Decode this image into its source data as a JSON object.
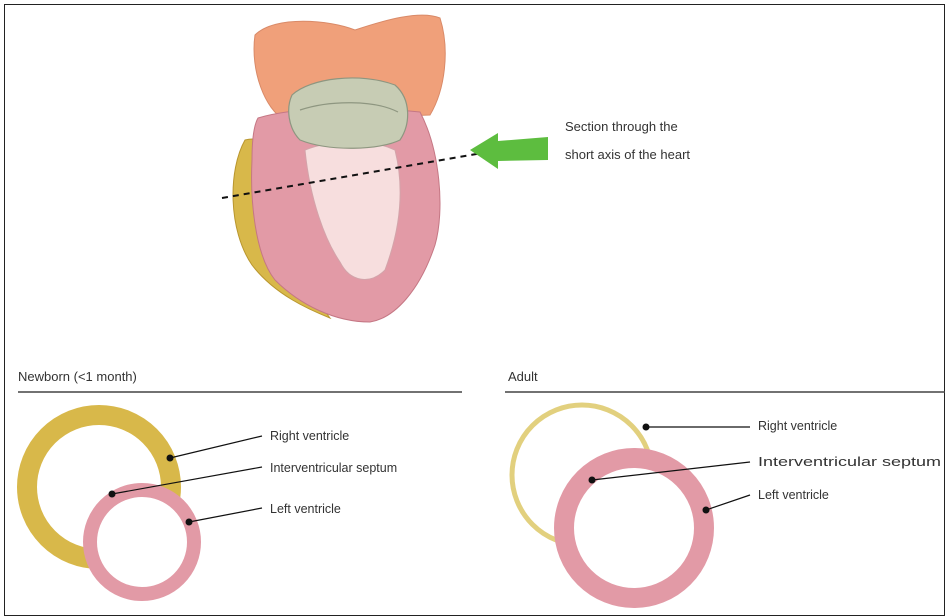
{
  "top_annotation": {
    "line1": "Section through the",
    "line2": "short axis of the heart"
  },
  "panels": [
    {
      "title": "Newborn (<1 month)",
      "labels": [
        "Right ventricle",
        "Interventricular septum",
        "Left ventricle"
      ]
    },
    {
      "title": "Adult",
      "labels": [
        "Right ventricle",
        "Interventricular septum",
        "Left ventricle"
      ]
    }
  ],
  "colors": {
    "right_ventricle": "#d8b84a",
    "left_ventricle": "#e29aa6",
    "atria": "#f0a07a",
    "valves": "#c7ccb4",
    "arrow": "#5dbd3f",
    "inner": "#f7dede"
  }
}
